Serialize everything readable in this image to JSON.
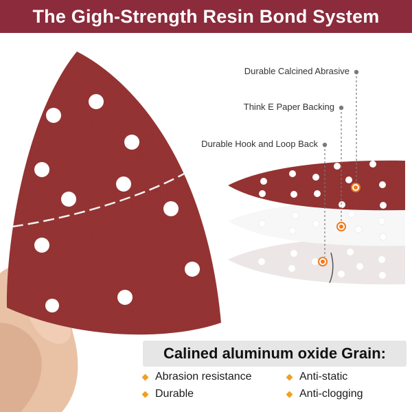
{
  "banner": {
    "title": "The Gigh-Strength Resin Bond System",
    "background": "#8b2b3c"
  },
  "layers": {
    "abrasive": "Durable Calcined Abrasive",
    "backing": "Think E Paper Backing",
    "hook_loop": "Durable Hook and Loop Back"
  },
  "grain": {
    "title": "Calined aluminum oxide Grain:",
    "features": [
      "Abrasion resistance",
      "Anti-static",
      "Durable",
      "Anti-clogging"
    ]
  },
  "colors": {
    "abrasive": "#9a3535",
    "marker": "#ee7a1e",
    "bullet": "#f0a01c"
  }
}
